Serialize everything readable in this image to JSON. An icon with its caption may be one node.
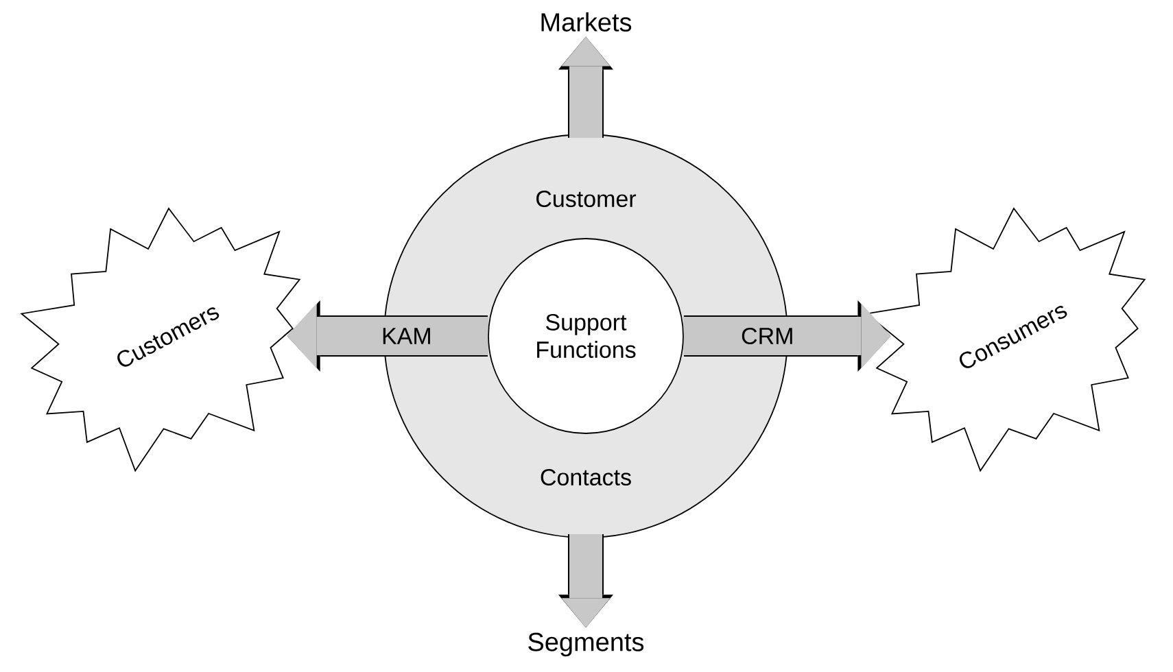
{
  "diagram": {
    "nodes": [
      {
        "text": [
          "Customer",
          "Contacts"
        ]
      },
      {
        "text": [
          "Support Functions"
        ],
        "in": 0
      },
      {
        "text": [
          "Markets"
        ]
      },
      {
        "text": [
          "Segments"
        ]
      },
      {
        "text": [
          "Customers"
        ]
      },
      {
        "text": [
          "Consumers"
        ]
      }
    ],
    "edges": [
      {
        "from": 0,
        "to": 2,
        "arrow": "to"
      },
      {
        "from": 0,
        "to": 3,
        "arrow": "to"
      },
      {
        "from": 1,
        "to": 4,
        "arrow": "to",
        "label": "KAM"
      },
      {
        "from": 1,
        "to": 5,
        "arrow": "to",
        "label": "CRM"
      }
    ]
  }
}
